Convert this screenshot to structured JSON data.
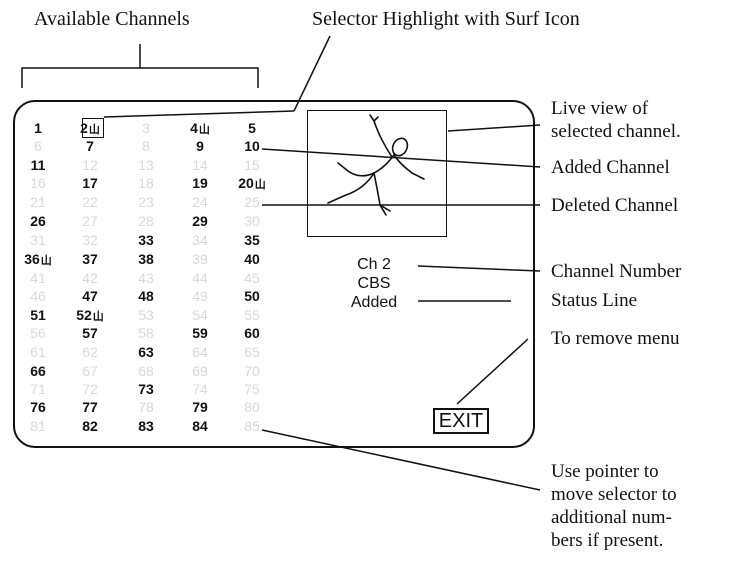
{
  "callouts": {
    "available_channels": "Available Channels",
    "selector_highlight": "Selector Highlight with Surf Icon",
    "live_view": [
      "Live view of",
      "selected channel."
    ],
    "added_channel": "Added Channel",
    "deleted_channel": "Deleted Channel",
    "channel_number": "Channel Number",
    "status_line": "Status Line",
    "remove_menu": "To remove menu",
    "pointer_hint": [
      "Use pointer to",
      "move selector to",
      "additional num-",
      "bers if present."
    ]
  },
  "screen": {
    "info": {
      "channel": "Ch 2",
      "network": "CBS",
      "status": "Added"
    },
    "exit_label": "EXIT",
    "selected_channel": "2",
    "surf_icon": "surf-icon",
    "channels": [
      {
        "n": "1",
        "state": "added"
      },
      {
        "n": "2",
        "state": "added",
        "surf": true
      },
      {
        "n": "3",
        "state": "deleted"
      },
      {
        "n": "4",
        "state": "added",
        "surf": true
      },
      {
        "n": "5",
        "state": "added"
      },
      {
        "n": "6",
        "state": "deleted"
      },
      {
        "n": "7",
        "state": "added"
      },
      {
        "n": "8",
        "state": "deleted"
      },
      {
        "n": "9",
        "state": "added"
      },
      {
        "n": "10",
        "state": "added"
      },
      {
        "n": "11",
        "state": "added"
      },
      {
        "n": "12",
        "state": "deleted"
      },
      {
        "n": "13",
        "state": "deleted"
      },
      {
        "n": "14",
        "state": "deleted"
      },
      {
        "n": "15",
        "state": "deleted"
      },
      {
        "n": "16",
        "state": "deleted"
      },
      {
        "n": "17",
        "state": "added"
      },
      {
        "n": "18",
        "state": "deleted"
      },
      {
        "n": "19",
        "state": "added"
      },
      {
        "n": "20",
        "state": "added",
        "surf": true
      },
      {
        "n": "21",
        "state": "deleted"
      },
      {
        "n": "22",
        "state": "deleted"
      },
      {
        "n": "23",
        "state": "deleted"
      },
      {
        "n": "24",
        "state": "deleted"
      },
      {
        "n": "25",
        "state": "deleted"
      },
      {
        "n": "26",
        "state": "added"
      },
      {
        "n": "27",
        "state": "deleted"
      },
      {
        "n": "28",
        "state": "deleted"
      },
      {
        "n": "29",
        "state": "added"
      },
      {
        "n": "30",
        "state": "deleted"
      },
      {
        "n": "31",
        "state": "deleted"
      },
      {
        "n": "32",
        "state": "deleted"
      },
      {
        "n": "33",
        "state": "added"
      },
      {
        "n": "34",
        "state": "deleted"
      },
      {
        "n": "35",
        "state": "added"
      },
      {
        "n": "36",
        "state": "added",
        "surf": true
      },
      {
        "n": "37",
        "state": "added"
      },
      {
        "n": "38",
        "state": "added"
      },
      {
        "n": "39",
        "state": "deleted"
      },
      {
        "n": "40",
        "state": "added"
      },
      {
        "n": "41",
        "state": "deleted"
      },
      {
        "n": "42",
        "state": "deleted"
      },
      {
        "n": "43",
        "state": "deleted"
      },
      {
        "n": "44",
        "state": "deleted"
      },
      {
        "n": "45",
        "state": "deleted"
      },
      {
        "n": "46",
        "state": "deleted"
      },
      {
        "n": "47",
        "state": "added"
      },
      {
        "n": "48",
        "state": "added"
      },
      {
        "n": "49",
        "state": "deleted"
      },
      {
        "n": "50",
        "state": "added"
      },
      {
        "n": "51",
        "state": "added"
      },
      {
        "n": "52",
        "state": "added",
        "surf": true
      },
      {
        "n": "53",
        "state": "deleted"
      },
      {
        "n": "54",
        "state": "deleted"
      },
      {
        "n": "55",
        "state": "deleted"
      },
      {
        "n": "56",
        "state": "deleted"
      },
      {
        "n": "57",
        "state": "added"
      },
      {
        "n": "58",
        "state": "deleted"
      },
      {
        "n": "59",
        "state": "added"
      },
      {
        "n": "60",
        "state": "added"
      },
      {
        "n": "61",
        "state": "deleted"
      },
      {
        "n": "62",
        "state": "deleted"
      },
      {
        "n": "63",
        "state": "added"
      },
      {
        "n": "64",
        "state": "deleted"
      },
      {
        "n": "65",
        "state": "deleted"
      },
      {
        "n": "66",
        "state": "added"
      },
      {
        "n": "67",
        "state": "deleted"
      },
      {
        "n": "68",
        "state": "deleted"
      },
      {
        "n": "69",
        "state": "deleted"
      },
      {
        "n": "70",
        "state": "deleted"
      },
      {
        "n": "71",
        "state": "deleted"
      },
      {
        "n": "72",
        "state": "deleted"
      },
      {
        "n": "73",
        "state": "added"
      },
      {
        "n": "74",
        "state": "deleted"
      },
      {
        "n": "75",
        "state": "deleted"
      },
      {
        "n": "76",
        "state": "added"
      },
      {
        "n": "77",
        "state": "added"
      },
      {
        "n": "78",
        "state": "deleted"
      },
      {
        "n": "79",
        "state": "added"
      },
      {
        "n": "80",
        "state": "deleted"
      },
      {
        "n": "81",
        "state": "deleted"
      },
      {
        "n": "82",
        "state": "added"
      },
      {
        "n": "83",
        "state": "added"
      },
      {
        "n": "84",
        "state": "added"
      },
      {
        "n": "85",
        "state": "deleted"
      }
    ]
  }
}
